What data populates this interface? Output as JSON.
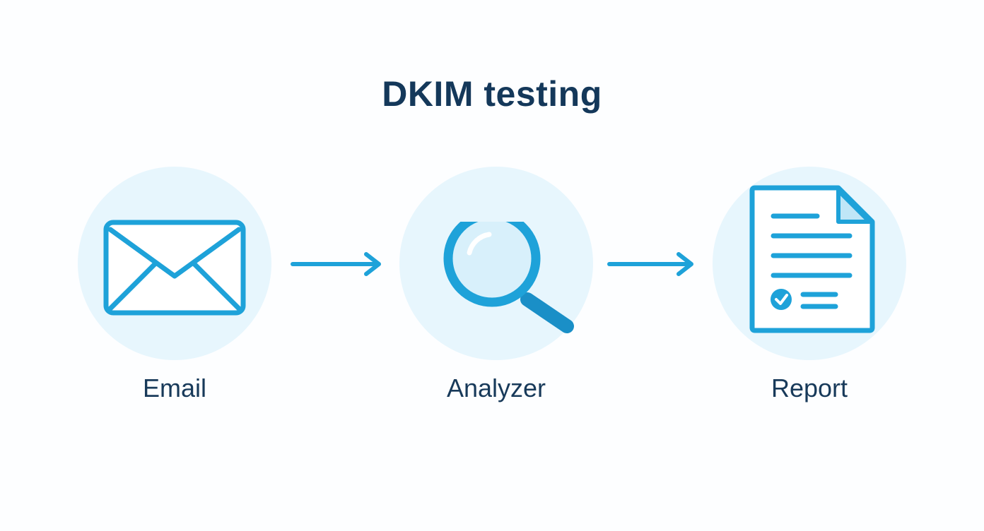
{
  "diagram": {
    "title": "DKIM testing",
    "nodes": [
      {
        "label": "Email",
        "icon": "envelope-icon"
      },
      {
        "label": "Analyzer",
        "icon": "magnifier-icon"
      },
      {
        "label": "Report",
        "icon": "report-document-icon"
      }
    ],
    "edges": [
      {
        "from": "Email",
        "to": "Analyzer"
      },
      {
        "from": "Analyzer",
        "to": "Report"
      }
    ]
  },
  "colors": {
    "accent": "#1ea2d9",
    "circle_fill": "#e7f6fd",
    "title_text": "#14385a",
    "label_text": "#183a5a",
    "background": "#fdfeff"
  }
}
